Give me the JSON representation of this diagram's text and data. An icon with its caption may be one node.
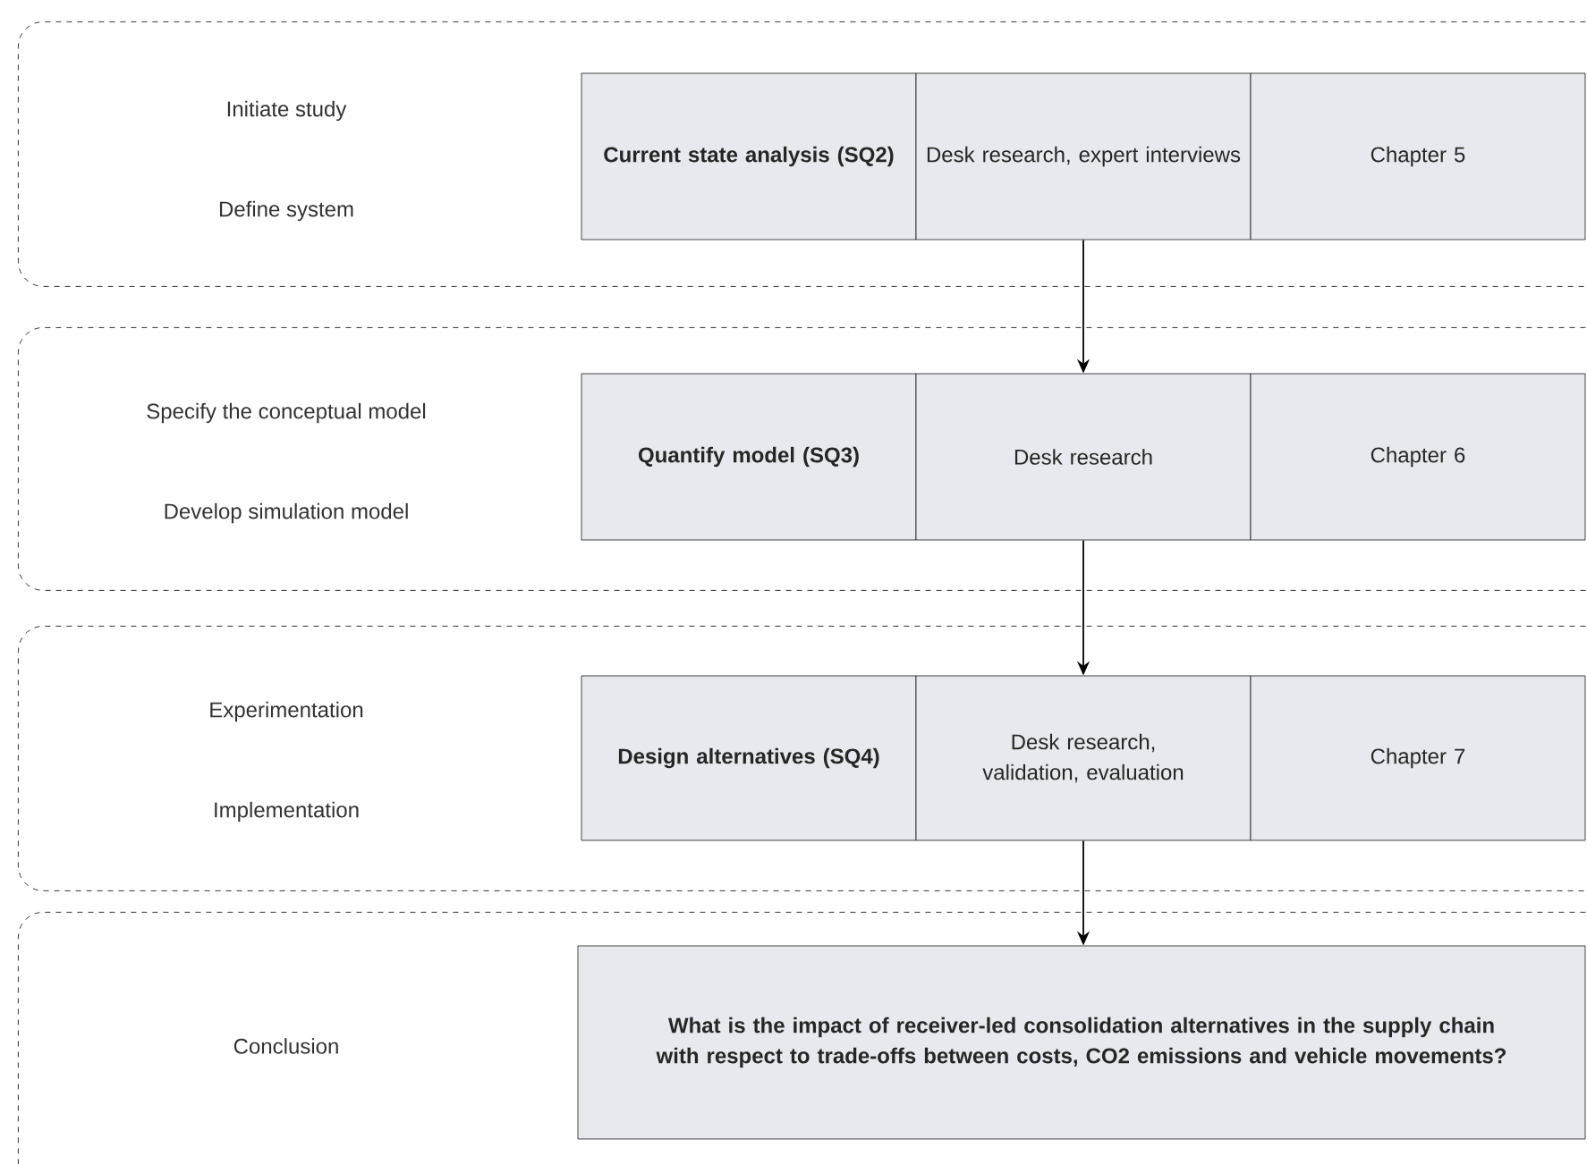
{
  "diagram": {
    "nodes": [
      {
        "text": [
          "Initiate study",
          "Define system"
        ]
      },
      {
        "text": [
          "Current state analysis (SQ2)"
        ],
        "in": 0
      },
      {
        "text": [
          "Desk research, expert interviews"
        ],
        "in": 0
      },
      {
        "text": [
          "Chapter 5"
        ],
        "in": 0
      },
      {
        "text": [
          "Specify the conceptual model",
          "Develop simulation model"
        ]
      },
      {
        "text": [
          "Quantify model (SQ3)"
        ],
        "in": 4
      },
      {
        "text": [
          "Desk research"
        ],
        "in": 4
      },
      {
        "text": [
          "Chapter 6"
        ],
        "in": 4
      },
      {
        "text": [
          "Experimentation",
          "Implementation"
        ]
      },
      {
        "text": [
          "Design alternatives (SQ4)"
        ],
        "in": 8
      },
      {
        "text": [
          "Desk research, validation, evaluation"
        ],
        "in": 8
      },
      {
        "text": [
          "Chapter 7"
        ],
        "in": 8
      },
      {
        "text": [
          "Conclusion"
        ]
      },
      {
        "text": [
          "What is the impact of receiver-led consolidation alternatives in the supply chain with respect to trade-offs between costs, CO2 emissions and vehicle movements?"
        ],
        "in": 12
      }
    ],
    "edges": [
      {
        "from": 2,
        "to": 6,
        "arrow": "to"
      },
      {
        "from": 6,
        "to": 10,
        "arrow": "to"
      },
      {
        "from": 10,
        "to": 13,
        "arrow": "to"
      }
    ]
  }
}
